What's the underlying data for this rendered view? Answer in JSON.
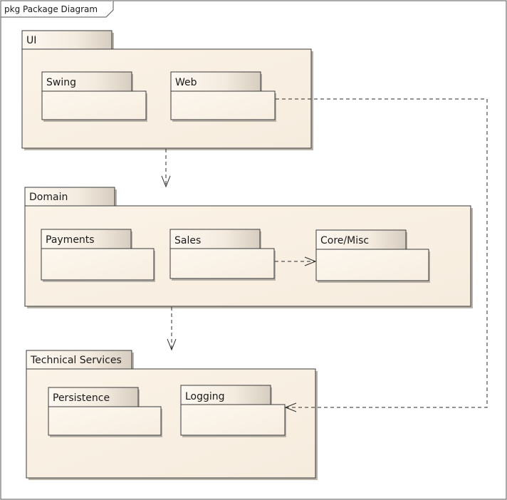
{
  "frame": {
    "label": "pkg Package Diagram"
  },
  "packages": {
    "ui": {
      "name": "UI",
      "children": {
        "swing": "Swing",
        "web": "Web"
      }
    },
    "domain": {
      "name": "Domain",
      "children": {
        "payments": "Payments",
        "sales": "Sales",
        "core": "Core/Misc"
      }
    },
    "tech": {
      "name": "Technical Services",
      "children": {
        "persistence": "Persistence",
        "logging": "Logging"
      }
    }
  },
  "dependencies": [
    {
      "from": "UI",
      "to": "Domain"
    },
    {
      "from": "Domain",
      "to": "Technical Services"
    },
    {
      "from": "Sales",
      "to": "Core/Misc"
    },
    {
      "from": "Web",
      "to": "Logging"
    }
  ],
  "colors": {
    "package_fill": "#f8efe2",
    "tab_gradient_start": "#fdf8f1",
    "tab_gradient_end": "#d6cdc0",
    "line": "#2a2a2a"
  }
}
